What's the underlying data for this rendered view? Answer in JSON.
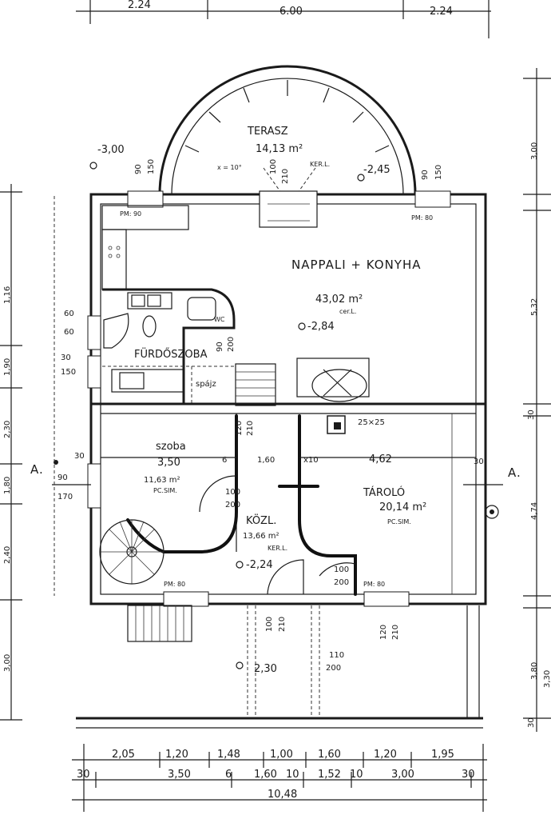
{
  "top_dims": {
    "left": "2.24",
    "middle": "6.00",
    "right": "2.24"
  },
  "rooms": {
    "terasz": {
      "name": "TERASZ",
      "area": "14,13 m²"
    },
    "nappali": {
      "name": "NAPPALI + KONYHA",
      "area": "43,02 m²",
      "floor": "cer.L.",
      "level": "-2,84"
    },
    "furdo": {
      "name": "FÜRDŐSZOBA",
      "wc": "WC"
    },
    "spajz": {
      "name": "spájz"
    },
    "szoba": {
      "name": "szoba",
      "width": "3,50",
      "area": "11,63 m²",
      "floor": "PC.SIM."
    },
    "kozl": {
      "name": "KÖZL.",
      "area": "13,66 m²",
      "floor": "KER.L.",
      "level": "-2,24"
    },
    "tarolo": {
      "name": "TÁROLÓ",
      "area": "20,14 m²",
      "floor": "PC.SIM.",
      "width": "4,62"
    }
  },
  "levels": {
    "terrace_left": "-3,00",
    "terrace_right": "-2,45",
    "front": "2,30"
  },
  "windows": {
    "w1": "PM: 90",
    "w2": "PM: 80",
    "w3": "PM: 80",
    "w4": "PM: 80",
    "terr_left": "150",
    "terr_left2": "90",
    "terr_right": "90",
    "terr_right2": "150"
  },
  "column": "25×25",
  "misc": {
    "x10": "x10",
    "d160": "1,60",
    "d6": "6",
    "d30a": "30",
    "d30b": "30",
    "d90": "90",
    "d170": "170",
    "door1": "100",
    "door1b": "200",
    "door2": "100",
    "door2b": "200",
    "door3": "100",
    "door3b": "210",
    "door4": "110",
    "door4b": "200",
    "door5": "90",
    "door5b": "200",
    "door6": "120",
    "door6b": "210",
    "door7": "100",
    "door7b": "210",
    "slope": "x = 10°",
    "c1": "60",
    "c2": "60",
    "c3": "30",
    "c4": "150",
    "ker": "KER.L."
  },
  "section": {
    "label": "A."
  },
  "left_dims": [
    "1,16",
    "1,90",
    "2,30",
    "1,80",
    "2,40",
    "3,00"
  ],
  "right_dims": [
    "3,00",
    "5,32",
    "30",
    "4,74",
    "3,30",
    "30",
    "3,80"
  ],
  "bottom_row1": [
    "2,05",
    "1,20",
    "1,48",
    "1,00",
    "1,60",
    "1,20",
    "1,95"
  ],
  "bottom_row2": [
    "30",
    "3,50",
    "6",
    "1,60",
    "10",
    "1,52",
    "10",
    "3,00",
    "30"
  ],
  "bottom_total": "10,48"
}
